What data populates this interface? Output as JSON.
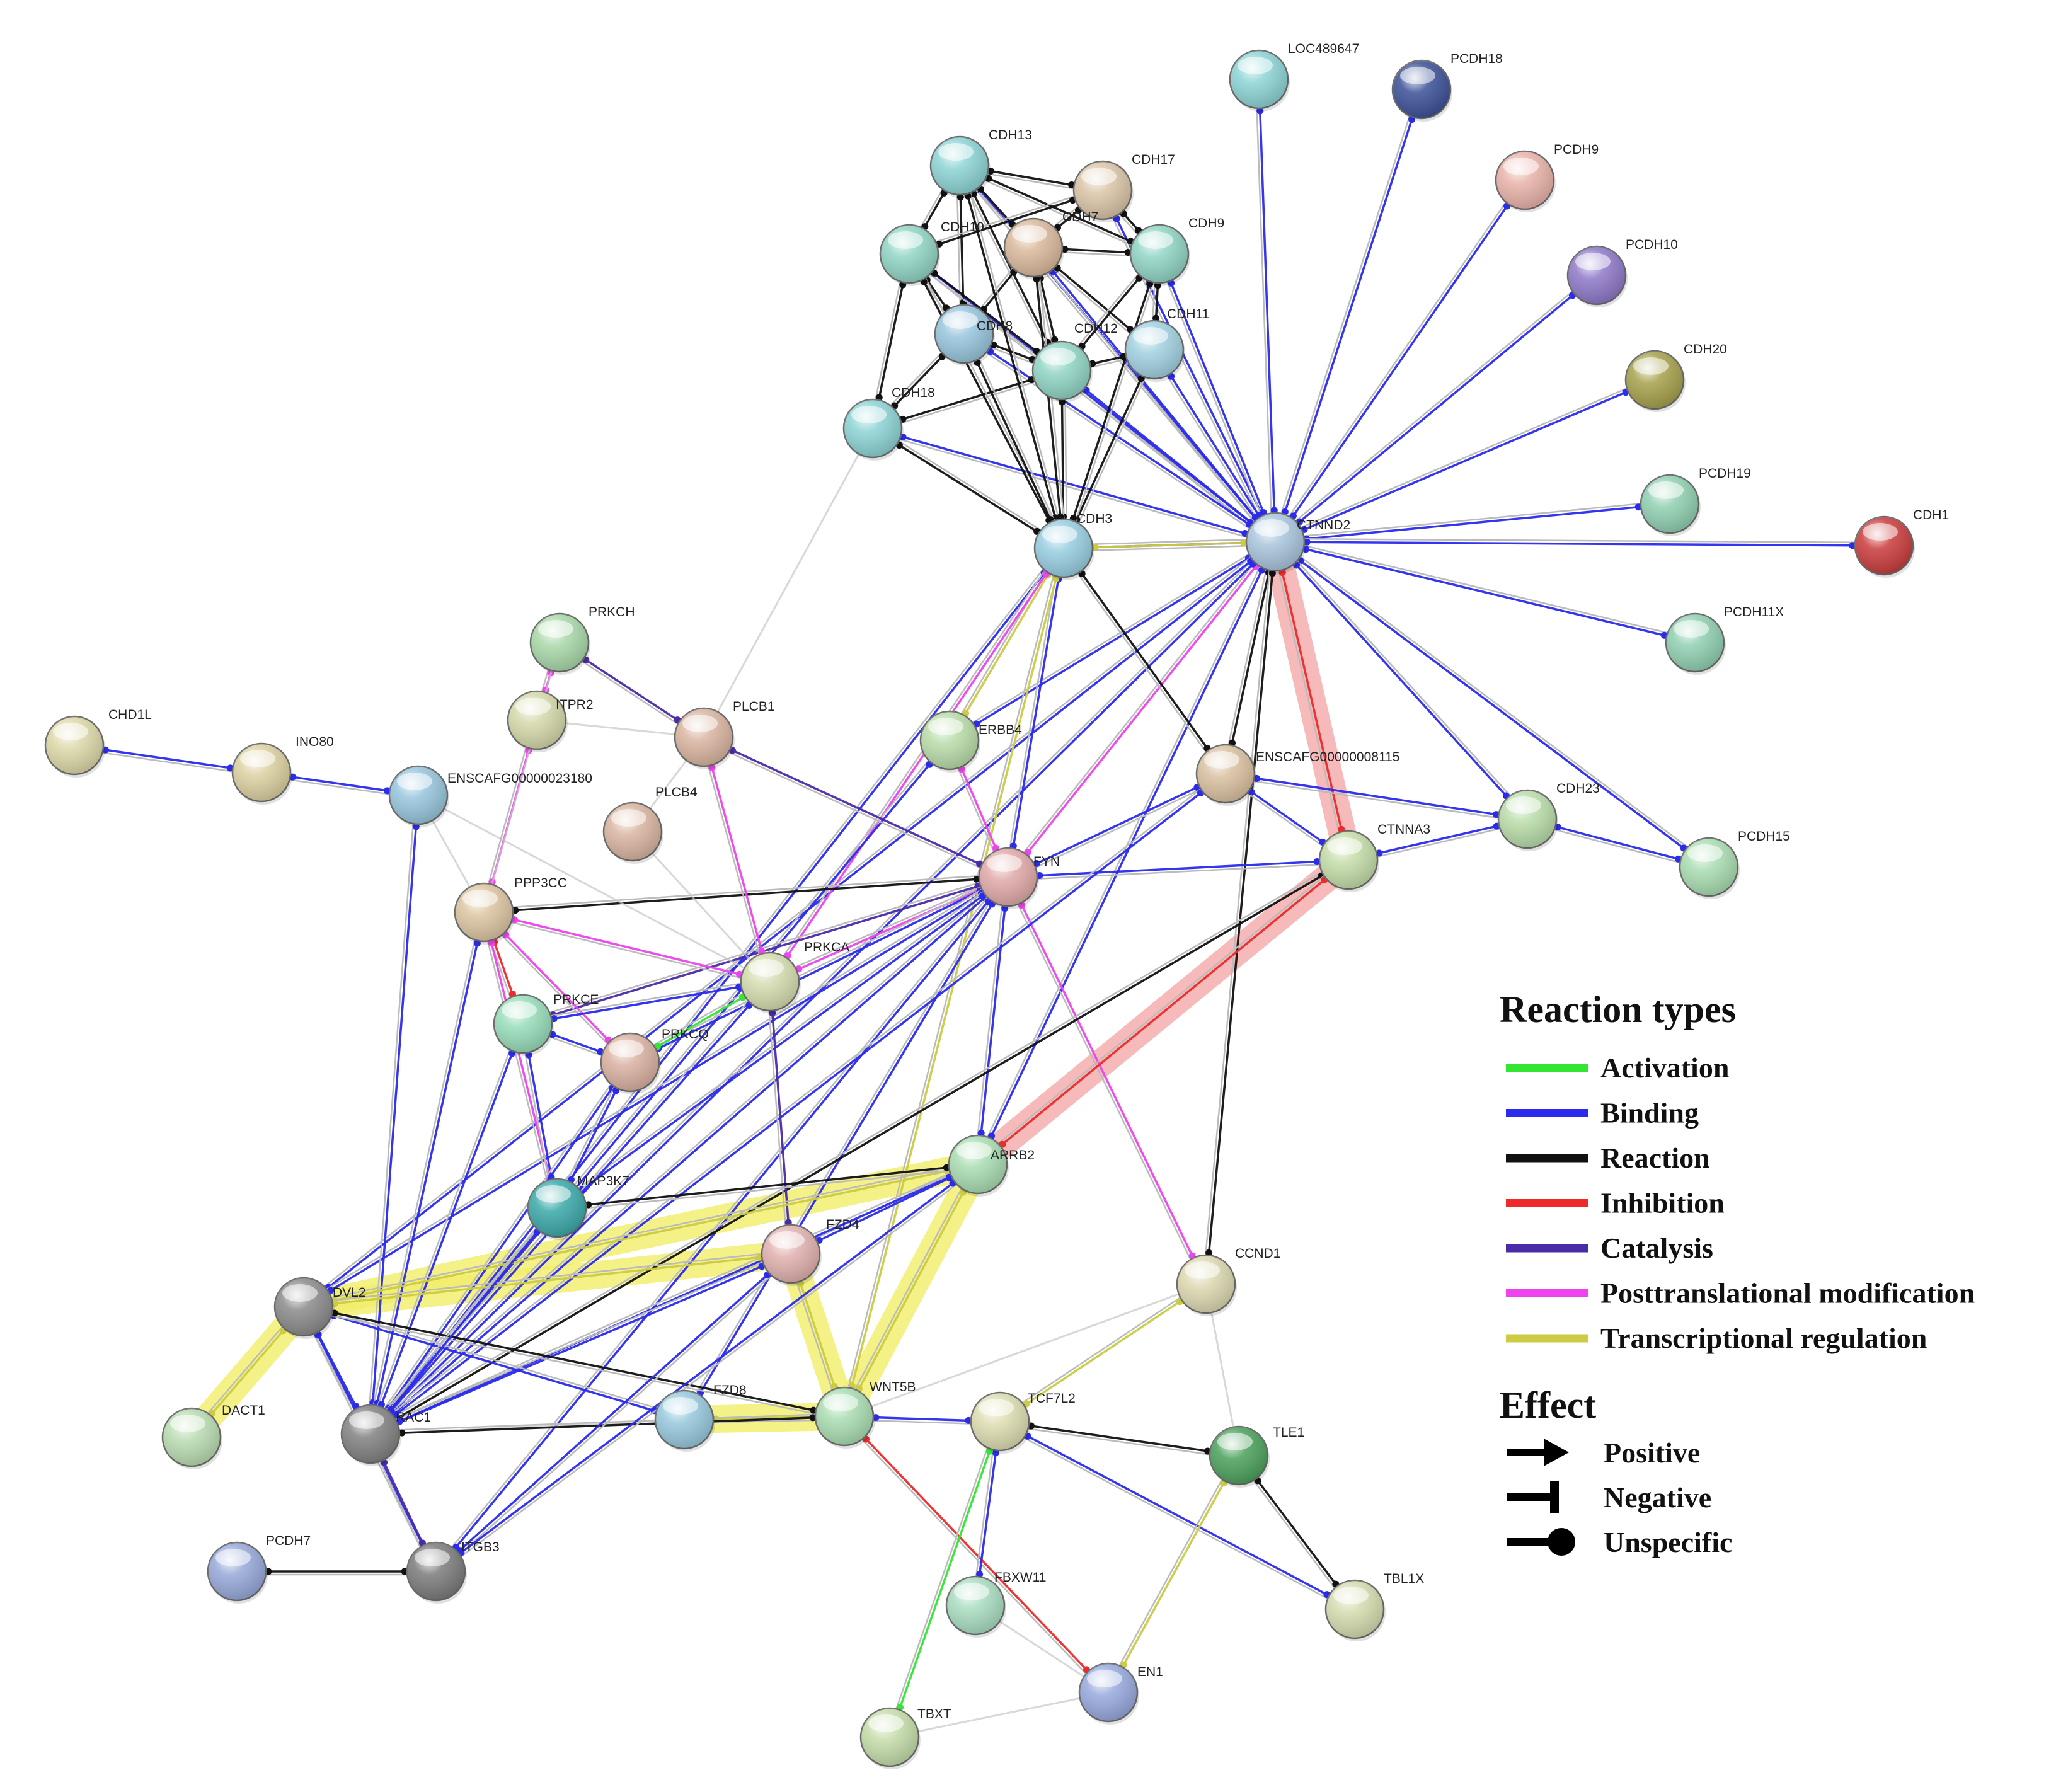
{
  "nodes": [
    {
      "id": "LOC489647",
      "label": "LOC489647",
      "color": "#8cd3d4"
    },
    {
      "id": "PCDH18",
      "label": "PCDH18",
      "color": "#3a4f96"
    },
    {
      "id": "PCDH9",
      "label": "PCDH9",
      "color": "#e8b2a8"
    },
    {
      "id": "PCDH10",
      "label": "PCDH10",
      "color": "#8e77c8"
    },
    {
      "id": "CDH20",
      "label": "CDH20",
      "color": "#a5a04a"
    },
    {
      "id": "PCDH19",
      "label": "PCDH19",
      "color": "#8fcfb0"
    },
    {
      "id": "CDH1",
      "label": "CDH1",
      "color": "#c93a3a"
    },
    {
      "id": "PCDH11X",
      "label": "PCDH11X",
      "color": "#8fcfb0"
    },
    {
      "id": "CDH13",
      "label": "CDH13",
      "color": "#8cd3d4"
    },
    {
      "id": "CDH17",
      "label": "CDH17",
      "color": "#d9c4a6"
    },
    {
      "id": "CDH10",
      "label": "CDH10",
      "color": "#8fd4c4"
    },
    {
      "id": "CDH7",
      "label": "CDH7",
      "color": "#d9b89a"
    },
    {
      "id": "CDH9",
      "label": "CDH9",
      "color": "#8fd4c4"
    },
    {
      "id": "CDH8",
      "label": "CDH8",
      "color": "#96c4dc"
    },
    {
      "id": "CDH12",
      "label": "CDH12",
      "color": "#8fd4c4"
    },
    {
      "id": "CDH11",
      "label": "CDH11",
      "color": "#a0d0e0"
    },
    {
      "id": "CDH18",
      "label": "CDH18",
      "color": "#8cd3d4"
    },
    {
      "id": "CDH3",
      "label": "CDH3",
      "color": "#96cde0"
    },
    {
      "id": "CTNND2",
      "label": "CTNND2",
      "color": "#a8c4dc"
    },
    {
      "id": "PRKCH",
      "label": "PRKCH",
      "color": "#a8d8a8"
    },
    {
      "id": "ITPR2",
      "label": "ITPR2",
      "color": "#d4d8a8"
    },
    {
      "id": "PLCB1",
      "label": "PLCB1",
      "color": "#d9b4a0"
    },
    {
      "id": "ERBB4",
      "label": "ERBB4",
      "color": "#b8dca8"
    },
    {
      "id": "ENSCAFG8115",
      "label": "ENSCAFG00000008115",
      "color": "#d9c0a0"
    },
    {
      "id": "CHD1L",
      "label": "CHD1L",
      "color": "#dcd8a8"
    },
    {
      "id": "INO80",
      "label": "INO80",
      "color": "#dcd0a0"
    },
    {
      "id": "ENSCAFG23180",
      "label": "ENSCAFG00000023180",
      "color": "#96c4dc"
    },
    {
      "id": "PLCB4",
      "label": "PLCB4",
      "color": "#d9b4a0"
    },
    {
      "id": "CDH23",
      "label": "CDH23",
      "color": "#b8dca8"
    },
    {
      "id": "PCDH15",
      "label": "PCDH15",
      "color": "#a8dcb0"
    },
    {
      "id": "FYN",
      "label": "FYN",
      "color": "#e0a8a8"
    },
    {
      "id": "CTNNA3",
      "label": "CTNNA3",
      "color": "#c4dca8"
    },
    {
      "id": "PPP3CC",
      "label": "PPP3CC",
      "color": "#dcc4a0"
    },
    {
      "id": "PRKCA",
      "label": "PRKCA",
      "color": "#d4dcae"
    },
    {
      "id": "PRKCE",
      "label": "PRKCE",
      "color": "#96dcb8"
    },
    {
      "id": "PRKCQ",
      "label": "PRKCQ",
      "color": "#d9b0a0"
    },
    {
      "id": "ARRB2",
      "label": "ARRB2",
      "color": "#a8dcb0"
    },
    {
      "id": "MAP3K7",
      "label": "MAP3K7",
      "color": "#3aa8a8"
    },
    {
      "id": "FZD4",
      "label": "FZD4",
      "color": "#e0b0ae"
    },
    {
      "id": "DVL2",
      "label": "DVL2",
      "color": "#8a8a8a"
    },
    {
      "id": "CCND1",
      "label": "CCND1",
      "color": "#dcd8b0"
    },
    {
      "id": "DACT1",
      "label": "DACT1",
      "color": "#b8dcb0"
    },
    {
      "id": "RAC1",
      "label": "RAC1",
      "color": "#808080"
    },
    {
      "id": "FZD8",
      "label": "FZD8",
      "color": "#96c8dc"
    },
    {
      "id": "WNT5B",
      "label": "WNT5B",
      "color": "#a8dcb0"
    },
    {
      "id": "TCF7L2",
      "label": "TCF7L2",
      "color": "#dcdcb0"
    },
    {
      "id": "TLE1",
      "label": "TLE1",
      "color": "#4aa05a"
    },
    {
      "id": "PCDH7",
      "label": "PCDH7",
      "color": "#96a8d8"
    },
    {
      "id": "ITGB3",
      "label": "ITGB3",
      "color": "#7a7a7a"
    },
    {
      "id": "FBXW11",
      "label": "FBXW11",
      "color": "#a8dcc0"
    },
    {
      "id": "TBL1X",
      "label": "TBL1X",
      "color": "#d4dcae"
    },
    {
      "id": "EN1",
      "label": "EN1",
      "color": "#96a8dc"
    },
    {
      "id": "TBXT",
      "label": "TBXT",
      "color": "#c4dca8"
    }
  ],
  "edges": [
    [
      "LOC489647",
      "CTNND2",
      "binding"
    ],
    [
      "PCDH18",
      "CTNND2",
      "binding"
    ],
    [
      "PCDH9",
      "CTNND2",
      "binding"
    ],
    [
      "PCDH10",
      "CTNND2",
      "binding"
    ],
    [
      "CDH20",
      "CTNND2",
      "binding"
    ],
    [
      "PCDH19",
      "CTNND2",
      "binding"
    ],
    [
      "CDH1",
      "CTNND2",
      "binding"
    ],
    [
      "PCDH11X",
      "CTNND2",
      "binding"
    ],
    [
      "PCDH15",
      "CTNND2",
      "binding"
    ],
    [
      "CDH23",
      "CTNND2",
      "binding"
    ],
    [
      "CDH13",
      "CTNND2",
      "binding"
    ],
    [
      "CDH17",
      "CTNND2",
      "binding"
    ],
    [
      "CDH9",
      "CTNND2",
      "binding"
    ],
    [
      "CDH11",
      "CTNND2",
      "binding"
    ],
    [
      "CDH12",
      "CTNND2",
      "binding"
    ],
    [
      "CDH18",
      "CTNND2",
      "binding"
    ],
    [
      "CDH3",
      "CTNND2",
      "binding"
    ],
    [
      "CDH10",
      "CTNND2",
      "binding"
    ],
    [
      "CDH8",
      "CTNND2",
      "binding"
    ],
    [
      "CDH7",
      "CTNND2",
      "binding"
    ],
    [
      "CDH13",
      "CDH17",
      "reaction"
    ],
    [
      "CDH13",
      "CDH10",
      "reaction"
    ],
    [
      "CDH13",
      "CDH7",
      "reaction"
    ],
    [
      "CDH13",
      "CDH9",
      "reaction"
    ],
    [
      "CDH13",
      "CDH8",
      "reaction"
    ],
    [
      "CDH13",
      "CDH12",
      "reaction"
    ],
    [
      "CDH17",
      "CDH9",
      "reaction"
    ],
    [
      "CDH17",
      "CDH7",
      "reaction"
    ],
    [
      "CDH17",
      "CDH10",
      "reaction"
    ],
    [
      "CDH10",
      "CDH8",
      "reaction"
    ],
    [
      "CDH10",
      "CDH18",
      "reaction"
    ],
    [
      "CDH10",
      "CDH12",
      "reaction"
    ],
    [
      "CDH7",
      "CDH9",
      "reaction"
    ],
    [
      "CDH7",
      "CDH8",
      "reaction"
    ],
    [
      "CDH7",
      "CDH12",
      "reaction"
    ],
    [
      "CDH7",
      "CDH11",
      "reaction"
    ],
    [
      "CDH9",
      "CDH11",
      "reaction"
    ],
    [
      "CDH9",
      "CDH12",
      "reaction"
    ],
    [
      "CDH8",
      "CDH12",
      "reaction"
    ],
    [
      "CDH8",
      "CDH18",
      "reaction"
    ],
    [
      "CDH12",
      "CDH11",
      "reaction"
    ],
    [
      "CDH18",
      "CDH12",
      "reaction"
    ],
    [
      "CDH3",
      "CDH13",
      "reaction"
    ],
    [
      "CDH3",
      "CDH10",
      "reaction"
    ],
    [
      "CDH3",
      "CDH8",
      "reaction"
    ],
    [
      "CDH3",
      "CDH12",
      "reaction"
    ],
    [
      "CDH3",
      "CDH11",
      "reaction"
    ],
    [
      "CDH3",
      "CDH9",
      "reaction"
    ],
    [
      "CDH3",
      "CDH18",
      "reaction"
    ],
    [
      "CDH3",
      "CDH7",
      "reaction"
    ],
    [
      "CTNND2",
      "CDH3",
      "transcriptional"
    ],
    [
      "CTNND2",
      "ENSCAFG8115",
      "reaction"
    ],
    [
      "CTNND2",
      "CTNNA3",
      "inhibition"
    ],
    [
      "CTNND2",
      "FYN",
      "posttranslational"
    ],
    [
      "CTNND2",
      "ERBB4",
      "binding"
    ],
    [
      "CTNND2",
      "ARRB2",
      "binding"
    ],
    [
      "CTNND2",
      "CCND1",
      "reaction"
    ],
    [
      "CTNND2",
      "RAC1",
      "binding"
    ],
    [
      "CTNND2",
      "DVL2",
      "binding"
    ],
    [
      "CDH3",
      "FYN",
      "binding"
    ],
    [
      "CDH3",
      "ENSCAFG8115",
      "reaction"
    ],
    [
      "CDH3",
      "ERBB4",
      "transcriptional"
    ],
    [
      "CDH3",
      "RAC1",
      "binding"
    ],
    [
      "CDH3",
      "PRKCA",
      "posttranslational"
    ],
    [
      "CDH3",
      "WNT5B",
      "transcriptional"
    ],
    [
      "ERBB4",
      "FYN",
      "posttranslational"
    ],
    [
      "ERBB4",
      "RAC1",
      "binding"
    ],
    [
      "FYN",
      "CTNNA3",
      "binding"
    ],
    [
      "FYN",
      "ENSCAFG8115",
      "binding"
    ],
    [
      "FYN",
      "PPP3CC",
      "reaction"
    ],
    [
      "FYN",
      "PRKCA",
      "posttranslational"
    ],
    [
      "FYN",
      "PRKCE",
      "catalysis"
    ],
    [
      "FYN",
      "PRKCQ",
      "binding"
    ],
    [
      "FYN",
      "ARRB2",
      "binding"
    ],
    [
      "FYN",
      "CCND1",
      "posttranslational"
    ],
    [
      "FYN",
      "RAC1",
      "binding"
    ],
    [
      "FYN",
      "DVL2",
      "binding"
    ],
    [
      "FYN",
      "MAP3K7",
      "binding"
    ],
    [
      "FYN",
      "FZD8",
      "binding"
    ],
    [
      "FYN",
      "ITGB3",
      "binding"
    ],
    [
      "CTNNA3",
      "CDH23",
      "binding"
    ],
    [
      "CTNNA3",
      "RAC1",
      "reaction"
    ],
    [
      "CTNNA3",
      "ARRB2",
      "inhibition"
    ],
    [
      "CDH23",
      "PCDH15",
      "binding"
    ],
    [
      "ENSCAFG8115",
      "CTNNA3",
      "binding"
    ],
    [
      "ENSCAFG8115",
      "RAC1",
      "binding"
    ],
    [
      "ENSCAFG8115",
      "CDH23",
      "binding"
    ],
    [
      "CHD1L",
      "INO80",
      "binding"
    ],
    [
      "INO80",
      "ENSCAFG23180",
      "binding"
    ],
    [
      "ENSCAFG23180",
      "RAC1",
      "binding"
    ],
    [
      "ENSCAFG23180",
      "PPP3CC",
      "neutral"
    ],
    [
      "ENSCAFG23180",
      "PRKCA",
      "neutral"
    ],
    [
      "ITPR2",
      "PPP3CC",
      "posttranslational"
    ],
    [
      "PRKCH",
      "ITPR2",
      "posttranslational"
    ],
    [
      "PRKCH",
      "PLCB1",
      "catalysis"
    ],
    [
      "PRKCH",
      "PPP3CC",
      "neutral"
    ],
    [
      "PLCB1",
      "ITPR2",
      "neutral"
    ],
    [
      "PLCB1",
      "PLCB4",
      "neutral"
    ],
    [
      "PLCB1",
      "FYN",
      "catalysis"
    ],
    [
      "PLCB1",
      "PRKCA",
      "posttranslational"
    ],
    [
      "PLCB4",
      "PRKCA",
      "neutral"
    ],
    [
      "PLCB1",
      "CDH18",
      "neutral"
    ],
    [
      "PPP3CC",
      "PRKCA",
      "posttranslational"
    ],
    [
      "PPP3CC",
      "PRKCE",
      "inhibition"
    ],
    [
      "PPP3CC",
      "PRKCQ",
      "posttranslational"
    ],
    [
      "PPP3CC",
      "RAC1",
      "binding"
    ],
    [
      "PPP3CC",
      "MAP3K7",
      "posttranslational"
    ],
    [
      "PRKCA",
      "PRKCE",
      "binding"
    ],
    [
      "PRKCA",
      "PRKCQ",
      "activation"
    ],
    [
      "PRKCA",
      "RAC1",
      "binding"
    ],
    [
      "PRKCA",
      "FZD4",
      "catalysis"
    ],
    [
      "PRKCE",
      "PRKCQ",
      "binding"
    ],
    [
      "PRKCE",
      "MAP3K7",
      "binding"
    ],
    [
      "PRKCE",
      "RAC1",
      "binding"
    ],
    [
      "PRKCQ",
      "RAC1",
      "binding"
    ],
    [
      "PRKCQ",
      "MAP3K7",
      "binding"
    ],
    [
      "ARRB2",
      "FZD4",
      "binding"
    ],
    [
      "ARRB2",
      "DVL2",
      "transcriptional"
    ],
    [
      "ARRB2",
      "WNT5B",
      "transcriptional"
    ],
    [
      "ARRB2",
      "RAC1",
      "binding"
    ],
    [
      "FZD4",
      "DVL2",
      "transcriptional"
    ],
    [
      "FZD4",
      "WNT5B",
      "transcriptional"
    ],
    [
      "FZD4",
      "RAC1",
      "binding"
    ],
    [
      "FZD8",
      "WNT5B",
      "transcriptional"
    ],
    [
      "FZD8",
      "DVL2",
      "binding"
    ],
    [
      "FZD8",
      "RAC1",
      "neutral"
    ],
    [
      "WNT5B",
      "TCF7L2",
      "binding"
    ],
    [
      "WNT5B",
      "EN1",
      "inhibition"
    ],
    [
      "WNT5B",
      "RAC1",
      "reaction"
    ],
    [
      "WNT5B",
      "CCND1",
      "neutral"
    ],
    [
      "DVL2",
      "DACT1",
      "transcriptional"
    ],
    [
      "DVL2",
      "RAC1",
      "binding"
    ],
    [
      "DVL2",
      "ITGB3",
      "binding"
    ],
    [
      "DVL2",
      "WNT5B",
      "reaction"
    ],
    [
      "RAC1",
      "ITGB3",
      "catalysis"
    ],
    [
      "PCDH7",
      "ITGB3",
      "reaction"
    ],
    [
      "MAP3K7",
      "RAC1",
      "binding"
    ],
    [
      "CCND1",
      "TCF7L2",
      "transcriptional"
    ],
    [
      "CCND1",
      "TLE1",
      "neutral"
    ],
    [
      "TCF7L2",
      "TLE1",
      "reaction"
    ],
    [
      "TCF7L2",
      "TBL1X",
      "binding"
    ],
    [
      "TCF7L2",
      "FBXW11",
      "binding"
    ],
    [
      "TCF7L2",
      "TBXT",
      "activation"
    ],
    [
      "TLE1",
      "TBL1X",
      "reaction"
    ],
    [
      "TLE1",
      "EN1",
      "transcriptional"
    ],
    [
      "FBXW11",
      "EN1",
      "neutral"
    ],
    [
      "TBXT",
      "EN1",
      "neutral"
    ],
    [
      "ITGB3",
      "FZD4",
      "binding"
    ],
    [
      "ITGB3",
      "ARRB2",
      "binding"
    ],
    [
      "MAP3K7",
      "ARRB2",
      "reaction"
    ]
  ],
  "highlights": [
    [
      "CTNND2",
      "CTNNA3",
      "pink"
    ],
    [
      "CTNNA3",
      "ARRB2",
      "pink"
    ],
    [
      "DVL2",
      "ARRB2",
      "yellow"
    ],
    [
      "DVL2",
      "FZD4",
      "yellow"
    ],
    [
      "DVL2",
      "DACT1",
      "yellow"
    ],
    [
      "ARRB2",
      "WNT5B",
      "yellow"
    ],
    [
      "FZD4",
      "WNT5B",
      "yellow"
    ],
    [
      "FZD8",
      "WNT5B",
      "yellow"
    ]
  ],
  "colors": {
    "activation": "#33e633",
    "binding": "#2b2bee",
    "reaction": "#111111",
    "inhibition": "#ee2b2b",
    "catalysis": "#4a2ba8",
    "posttranslational": "#ee44ee",
    "transcriptional": "#cccc44",
    "neutral": "#c8c8c8",
    "highlight_yellow": "#f2ee6a",
    "highlight_pink": "#f5a9a9"
  },
  "legend": {
    "reaction_title": "Reaction types",
    "reaction_items": [
      {
        "key": "activation",
        "label": "Activation",
        "color": "#33e633"
      },
      {
        "key": "binding",
        "label": "Binding",
        "color": "#2b2bee"
      },
      {
        "key": "reaction",
        "label": "Reaction",
        "color": "#111111"
      },
      {
        "key": "inhibition",
        "label": "Inhibition",
        "color": "#ee2b2b"
      },
      {
        "key": "catalysis",
        "label": "Catalysis",
        "color": "#4a2ba8"
      },
      {
        "key": "posttranslational",
        "label": "Posttranslational modification",
        "color": "#ee44ee"
      },
      {
        "key": "transcriptional",
        "label": "Transcriptional regulation",
        "color": "#cccc44"
      }
    ],
    "effect_title": "Effect",
    "effect_items": [
      {
        "key": "positive",
        "label": "Positive",
        "marker": "arrow"
      },
      {
        "key": "negative",
        "label": "Negative",
        "marker": "bar"
      },
      {
        "key": "unspecific",
        "label": "Unspecific",
        "marker": "dot"
      }
    ]
  }
}
